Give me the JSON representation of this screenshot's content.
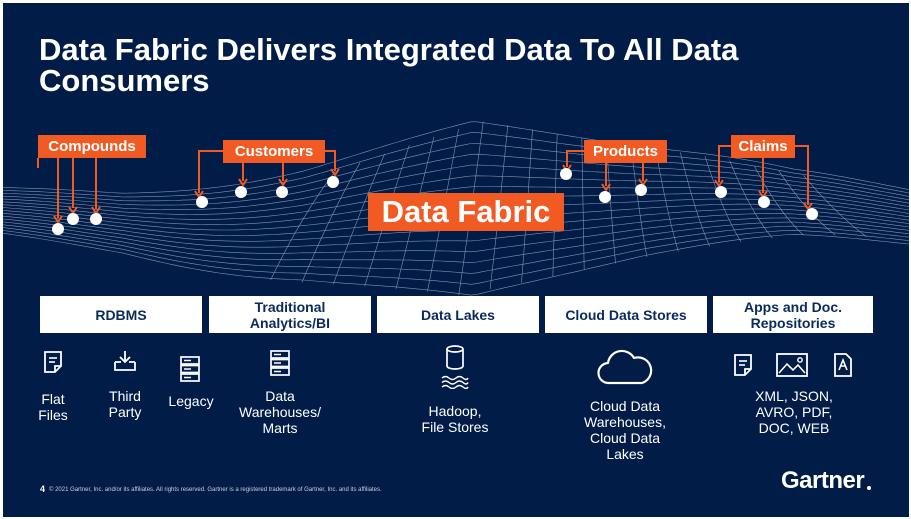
{
  "slide": {
    "title": "Data Fabric Delivers Integrated Data To All Data Consumers",
    "page_number": "4",
    "copyright": "© 2021 Gartner, Inc. and/or its affiliates. All rights reserved. Gartner is a registered trademark of Gartner, Inc. and its affiliates.",
    "logo_text": "Gartner"
  },
  "fabric": {
    "center_label": "Data Fabric",
    "tags": [
      "Compounds",
      "Customers",
      "Products",
      "Claims"
    ]
  },
  "categories": [
    {
      "label_line1": "RDBMS",
      "label_line2": ""
    },
    {
      "label_line1": "Traditional",
      "label_line2": "Analytics/BI"
    },
    {
      "label_line1": "Data Lakes",
      "label_line2": ""
    },
    {
      "label_line1": "Cloud Data Stores",
      "label_line2": ""
    },
    {
      "label_line1": "Apps and Doc.",
      "label_line2": "Repositories"
    }
  ],
  "sources": {
    "flat_files": [
      "Flat",
      "Files"
    ],
    "third_party": [
      "Third",
      "Party"
    ],
    "legacy": "Legacy",
    "warehouses": [
      "Data",
      "Warehouses/",
      "Marts"
    ],
    "hadoop": [
      "Hadoop,",
      "File Stores"
    ],
    "cloud": [
      "Cloud Data",
      "Warehouses,",
      "Cloud Data",
      "Lakes"
    ],
    "docs": [
      "XML, JSON,",
      "AVRO, PDF,",
      "DOC, WEB"
    ]
  },
  "icons": [
    "document-icon",
    "download-tray-icon",
    "server-icon",
    "server-icon",
    "database-cylinder-icon",
    "waves-icon",
    "cloud-icon",
    "document-icon",
    "image-icon",
    "text-file-icon"
  ],
  "colors": {
    "background": "#001c47",
    "accent": "#f15a22",
    "text": "#ffffff"
  }
}
